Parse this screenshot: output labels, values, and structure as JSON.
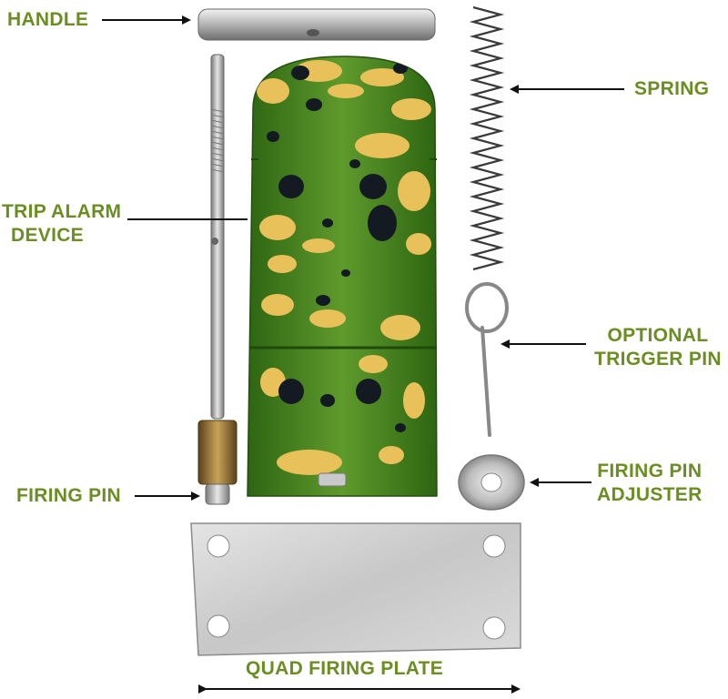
{
  "colors": {
    "label_text": "#6b8e23",
    "leader_line": "#111111",
    "body_green": "#3f7f1e",
    "splatter_yellow": "#e8c15a",
    "splatter_black": "#141a22",
    "metal_light": "#d8d8d8",
    "metal_dark": "#8f8f8f",
    "brass": "#9a7a3a"
  },
  "labels": {
    "handle": "HANDLE",
    "trip_alarm_line1": "TRIP ALARM",
    "trip_alarm_line2": "DEVICE",
    "spring": "SPRING",
    "trigger_line1": "OPTIONAL",
    "trigger_line2": "TRIGGER PIN",
    "firing_pin": "FIRING PIN",
    "adjuster_line1": "FIRING PIN",
    "adjuster_line2": "ADJUSTER",
    "plate": "QUAD FIRING PLATE"
  }
}
